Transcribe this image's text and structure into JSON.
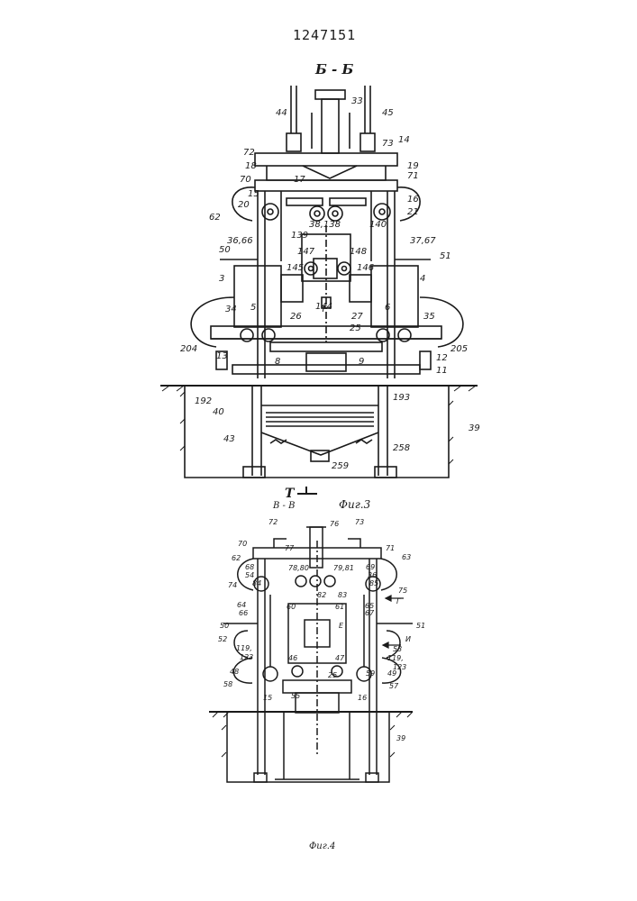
{
  "document": {
    "patent_number": "1247151",
    "section_top": "Б - Б",
    "section_bottom": "В - В",
    "figure3_caption": "Фиг.3",
    "figure4_caption": "Фиг.4",
    "cut_mark": "Т"
  },
  "figure3_labels": [
    "44",
    "33",
    "45",
    "14",
    "72",
    "73",
    "18",
    "19",
    "17",
    "70",
    "71",
    "15",
    "16",
    "62",
    "20",
    "21",
    "38,138",
    "140",
    "139",
    "36,66",
    "37,67",
    "50",
    "147",
    "148",
    "145",
    "146",
    "51",
    "3",
    "4",
    "26",
    "144",
    "27",
    "5",
    "6",
    "34",
    "35",
    "Т",
    "25",
    "204",
    "205",
    "13",
    "12",
    "8",
    "9",
    "11",
    "192",
    "193",
    "40",
    "39",
    "43",
    "258",
    "259"
  ],
  "figure4_labels": [
    "76",
    "72",
    "73",
    "70",
    "71",
    "62",
    "77",
    "63",
    "68",
    "78,80",
    "79,81",
    "69",
    "54",
    "36",
    "74",
    "84",
    "82",
    "83",
    "85",
    "75",
    "Г",
    "64",
    "65",
    "66",
    "60",
    "61",
    "67",
    "50",
    "51",
    "52",
    "Е",
    "53",
    "И",
    "119,",
    "119,",
    "123",
    "123",
    "48",
    "46",
    "47",
    "49",
    "58",
    "25",
    "59",
    "57",
    "55",
    "15",
    "16",
    "39"
  ]
}
